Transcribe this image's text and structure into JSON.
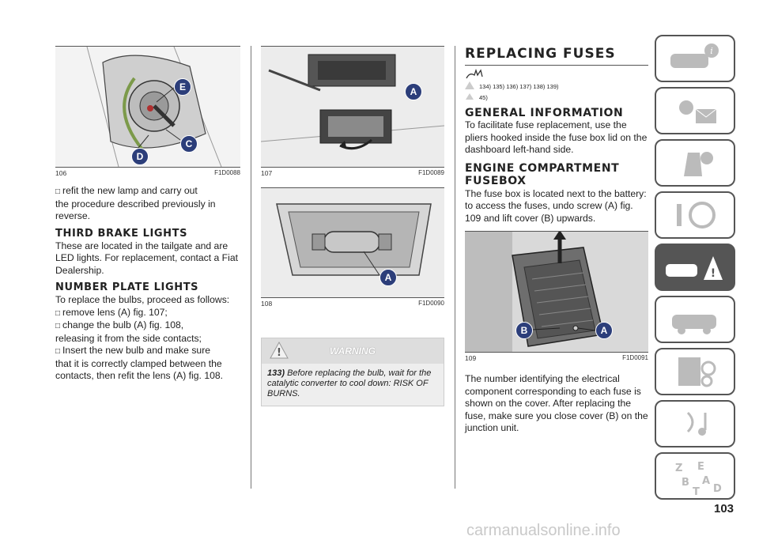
{
  "page_number": "103",
  "watermark": "carmanualsonline.info",
  "col1": {
    "fig106": {
      "num": "106",
      "code": "F1D0088",
      "labels": [
        "E",
        "C",
        "D"
      ]
    },
    "p1": "refit the new lamp and carry out",
    "p2": "the procedure described previously in reverse.",
    "h_third": "THIRD BRAKE LIGHTS",
    "p_third": "These are located in the tailgate and are LED lights. For replacement, contact a Fiat Dealership.",
    "h_number": "NUMBER PLATE LIGHTS",
    "p_number": "To replace the bulbs, proceed as follows:",
    "b1": "remove lens (A) fig. 107;",
    "b2a": "change the bulb (A) fig. 108,",
    "b2b": "releasing it from the side contacts;",
    "b3a": "Insert the new bulb and make sure",
    "b3b": "that it is correctly clamped between the contacts, then refit the lens (A) fig. 108."
  },
  "col2": {
    "fig107": {
      "num": "107",
      "code": "F1D0089",
      "label": "A"
    },
    "fig108": {
      "num": "108",
      "code": "F1D0090",
      "label": "A"
    },
    "warning": {
      "title": "WARNING",
      "num": "133)",
      "text": "Before replacing the bulb, wait for the catalytic converter to cool down: RISK OF BURNS."
    }
  },
  "col3": {
    "title": "REPLACING FUSES",
    "refs1": "134)   135)   136)   137)   138)   139)",
    "refs2": "45)",
    "h_general": "GENERAL INFORMATION",
    "p_general": "To facilitate fuse replacement, use the pliers hooked inside the fuse box lid on the dashboard left-hand side.",
    "h_engine": "ENGINE COMPARTMENT FUSEBOX",
    "p_engine": "The fuse box is located next to the battery: to access the fuses, undo screw (A) fig. 109 and lift cover (B) upwards.",
    "fig109": {
      "num": "109",
      "code": "F1D0091",
      "labels": [
        "B",
        "A"
      ]
    },
    "p_number": "The number identifying the electrical component corresponding to each fuse is shown on the cover. After replacing the fuse, make sure you close cover (B) on the junction unit."
  },
  "tabs": [
    {
      "name": "dashboard-info-tab",
      "icon": "car-info-icon"
    },
    {
      "name": "lights-messages-tab",
      "icon": "lights-envelope-icon"
    },
    {
      "name": "safety-tab",
      "icon": "airbag-seat-icon"
    },
    {
      "name": "starting-driving-tab",
      "icon": "steering-wheel-key-icon"
    },
    {
      "name": "in-an-emergency-tab",
      "icon": "car-warning-icon",
      "active": true
    },
    {
      "name": "maintenance-tab",
      "icon": "car-wrench-icon"
    },
    {
      "name": "technical-data-tab",
      "icon": "document-gears-icon"
    },
    {
      "name": "multimedia-tab",
      "icon": "music-signal-icon"
    },
    {
      "name": "index-tab",
      "icon": "alphabet-icon"
    }
  ]
}
